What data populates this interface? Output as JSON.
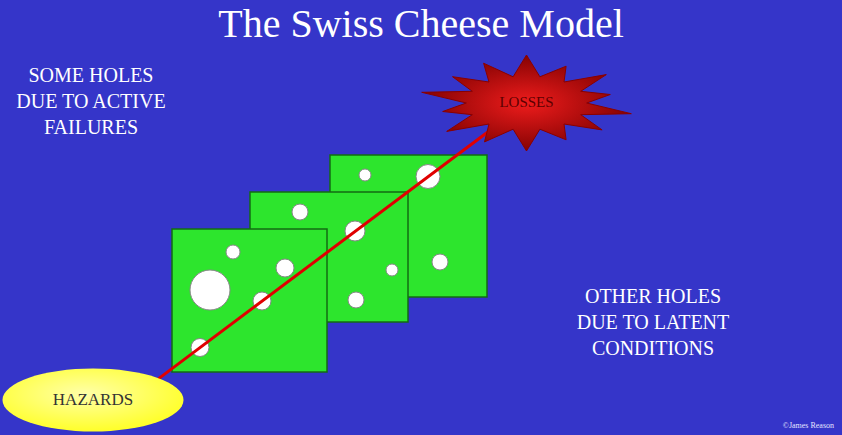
{
  "diagram": {
    "title": "The Swiss Cheese Model",
    "nodes": [
      {
        "text": [
          "LOSSES"
        ]
      },
      {
        "text": [
          "HAZARDS"
        ]
      }
    ],
    "edges": [
      {
        "from": 1,
        "to": 0,
        "arrow": "none"
      }
    ],
    "labels": [
      "SOME HOLES DUE TO ACTIVE FAILURES",
      "OTHER HOLES DUE TO LATENT CONDITIONS",
      "©James Reason"
    ]
  }
}
